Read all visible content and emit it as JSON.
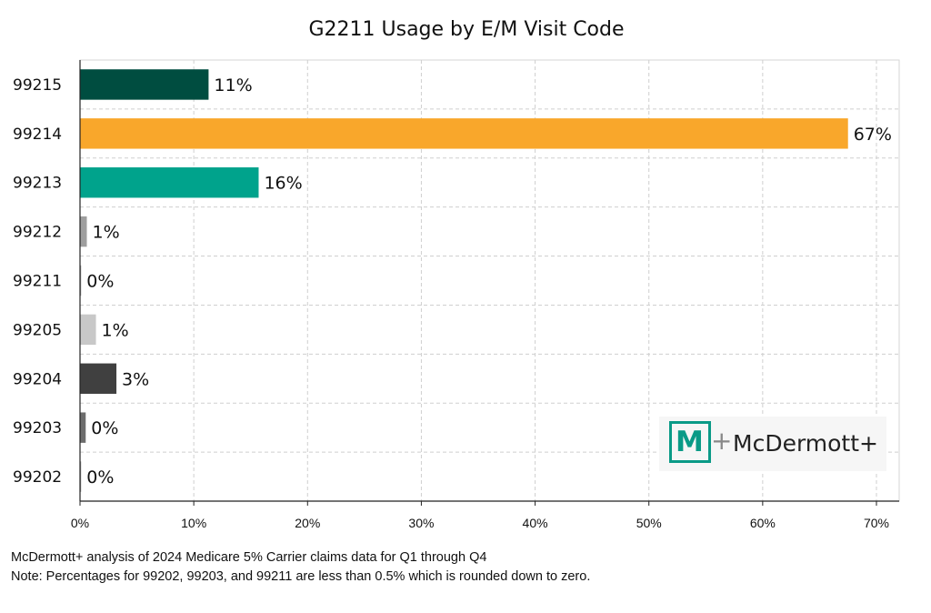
{
  "chart_data": {
    "type": "bar",
    "orientation": "horizontal",
    "title": "G2211 Usage by E/M Visit Code",
    "categories": [
      "99215",
      "99214",
      "99213",
      "99212",
      "99211",
      "99205",
      "99204",
      "99203",
      "99202"
    ],
    "values": [
      11.3,
      67.5,
      15.7,
      0.6,
      0.1,
      1.4,
      3.2,
      0.5,
      0.1
    ],
    "data_labels": [
      "11%",
      "67%",
      "16%",
      "1%",
      "0%",
      "1%",
      "3%",
      "0%",
      "0%"
    ],
    "colors": [
      "#004d40",
      "#f9a72b",
      "#00a38c",
      "#9e9e9e",
      "#9e9e9e",
      "#c8c8c8",
      "#404040",
      "#6d6d6d",
      "#9e9e9e"
    ],
    "xlim": [
      0,
      70
    ],
    "xticks": [
      "0%",
      "10%",
      "20%",
      "30%",
      "40%",
      "50%",
      "60%",
      "70%"
    ],
    "grid": true,
    "xlabel": "",
    "ylabel": ""
  },
  "notes": {
    "line1": "McDermott+ analysis of 2024 Medicare 5% Carrier claims data for Q1 through Q4",
    "line2": "Note: Percentages for 99202, 99203, and 99211 are less than 0.5% which is rounded down to zero."
  },
  "logo": {
    "mark": "M",
    "plus": "+",
    "name": "McDermott+"
  }
}
